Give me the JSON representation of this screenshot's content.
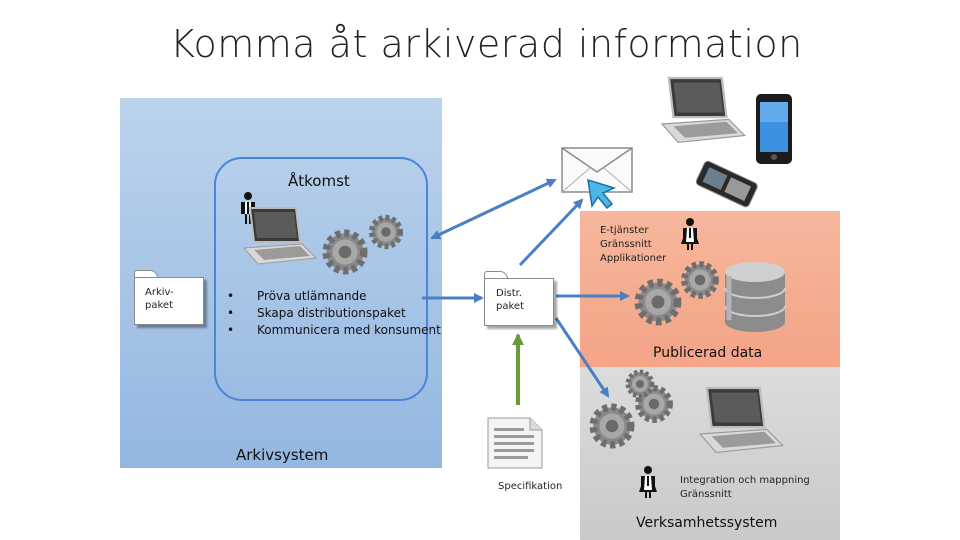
{
  "title": "Komma åt arkiverad information",
  "arkivsystem": {
    "label": "Arkivsystem",
    "atkomst_label": "Åtkomst",
    "bullets": [
      "Pröva utlämnande",
      "Skapa distributionspaket",
      "Kommunicera med konsument"
    ]
  },
  "arkiv_folder": {
    "line1": "Arkiv-",
    "line2": "paket"
  },
  "distr_folder": {
    "line1": "Distr.",
    "line2": "paket"
  },
  "publicerad": {
    "label": "Publicerad data",
    "services": [
      "E-tjänster",
      "Gränssnitt",
      "Applikationer"
    ]
  },
  "spec_label": "Specifikation",
  "verksamhet": {
    "label": "Verksamhetssystem",
    "integration": [
      "Integration och mappning",
      "Gränssnitt"
    ]
  },
  "colors": {
    "arkivsystem_bg": "#a9c6e7",
    "atkomst_border": "#4a86d6",
    "publicerad_bg": "#f4ab8e",
    "verksamhet_bg": "#cccccc",
    "blue_arrow": "#4a7fc4",
    "green_arrow": "#6a9a3a"
  },
  "icons": [
    "person-icon",
    "laptop-icon",
    "gears-icon",
    "envelope-icon",
    "cursor-icon",
    "smartphone-icon",
    "mobile-phone-icon",
    "database-icon",
    "document-icon"
  ]
}
